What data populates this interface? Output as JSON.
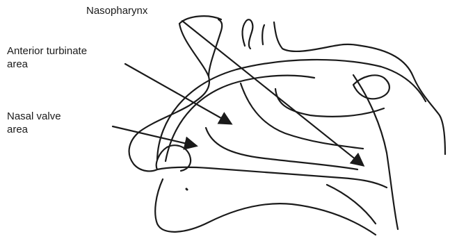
{
  "labels": {
    "nasopharynx": "Nasopharynx",
    "anterior_turbinate": {
      "line1": "Anterior turbinate",
      "line2": "area"
    },
    "nasal_valve": {
      "line1": "Nasal valve",
      "line2": "area"
    }
  },
  "colors": {
    "stroke": "#1a1a1a",
    "background": "#ffffff"
  }
}
